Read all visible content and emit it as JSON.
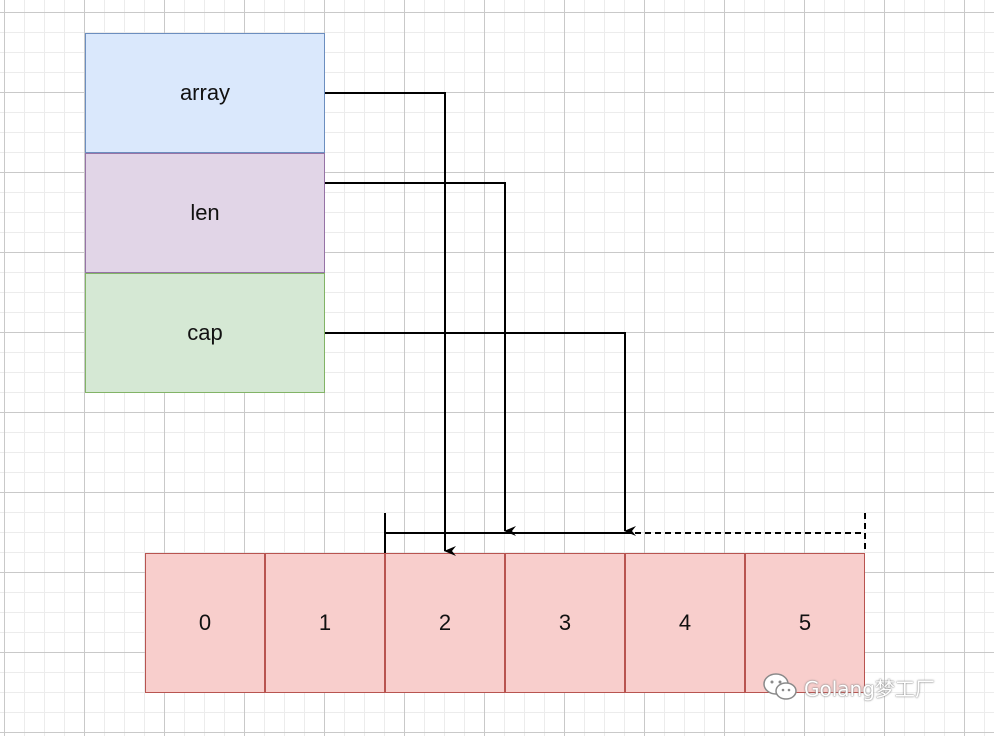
{
  "slice_header": {
    "fields": [
      "array",
      "len",
      "cap"
    ]
  },
  "underlying_array": {
    "cells": [
      "0",
      "1",
      "2",
      "3",
      "4",
      "5"
    ]
  },
  "watermark": {
    "text": "Golang梦工厂",
    "icon": "wechat-icon"
  },
  "colors": {
    "array_fill": "#dae8fc",
    "array_stroke": "#6c8ebf",
    "len_fill": "#e1d5e7",
    "len_stroke": "#9673a6",
    "cap_fill": "#d5e8d4",
    "cap_stroke": "#82b366",
    "cell_fill": "#f8cecc",
    "cell_stroke": "#b85450",
    "arrow": "#000000"
  }
}
